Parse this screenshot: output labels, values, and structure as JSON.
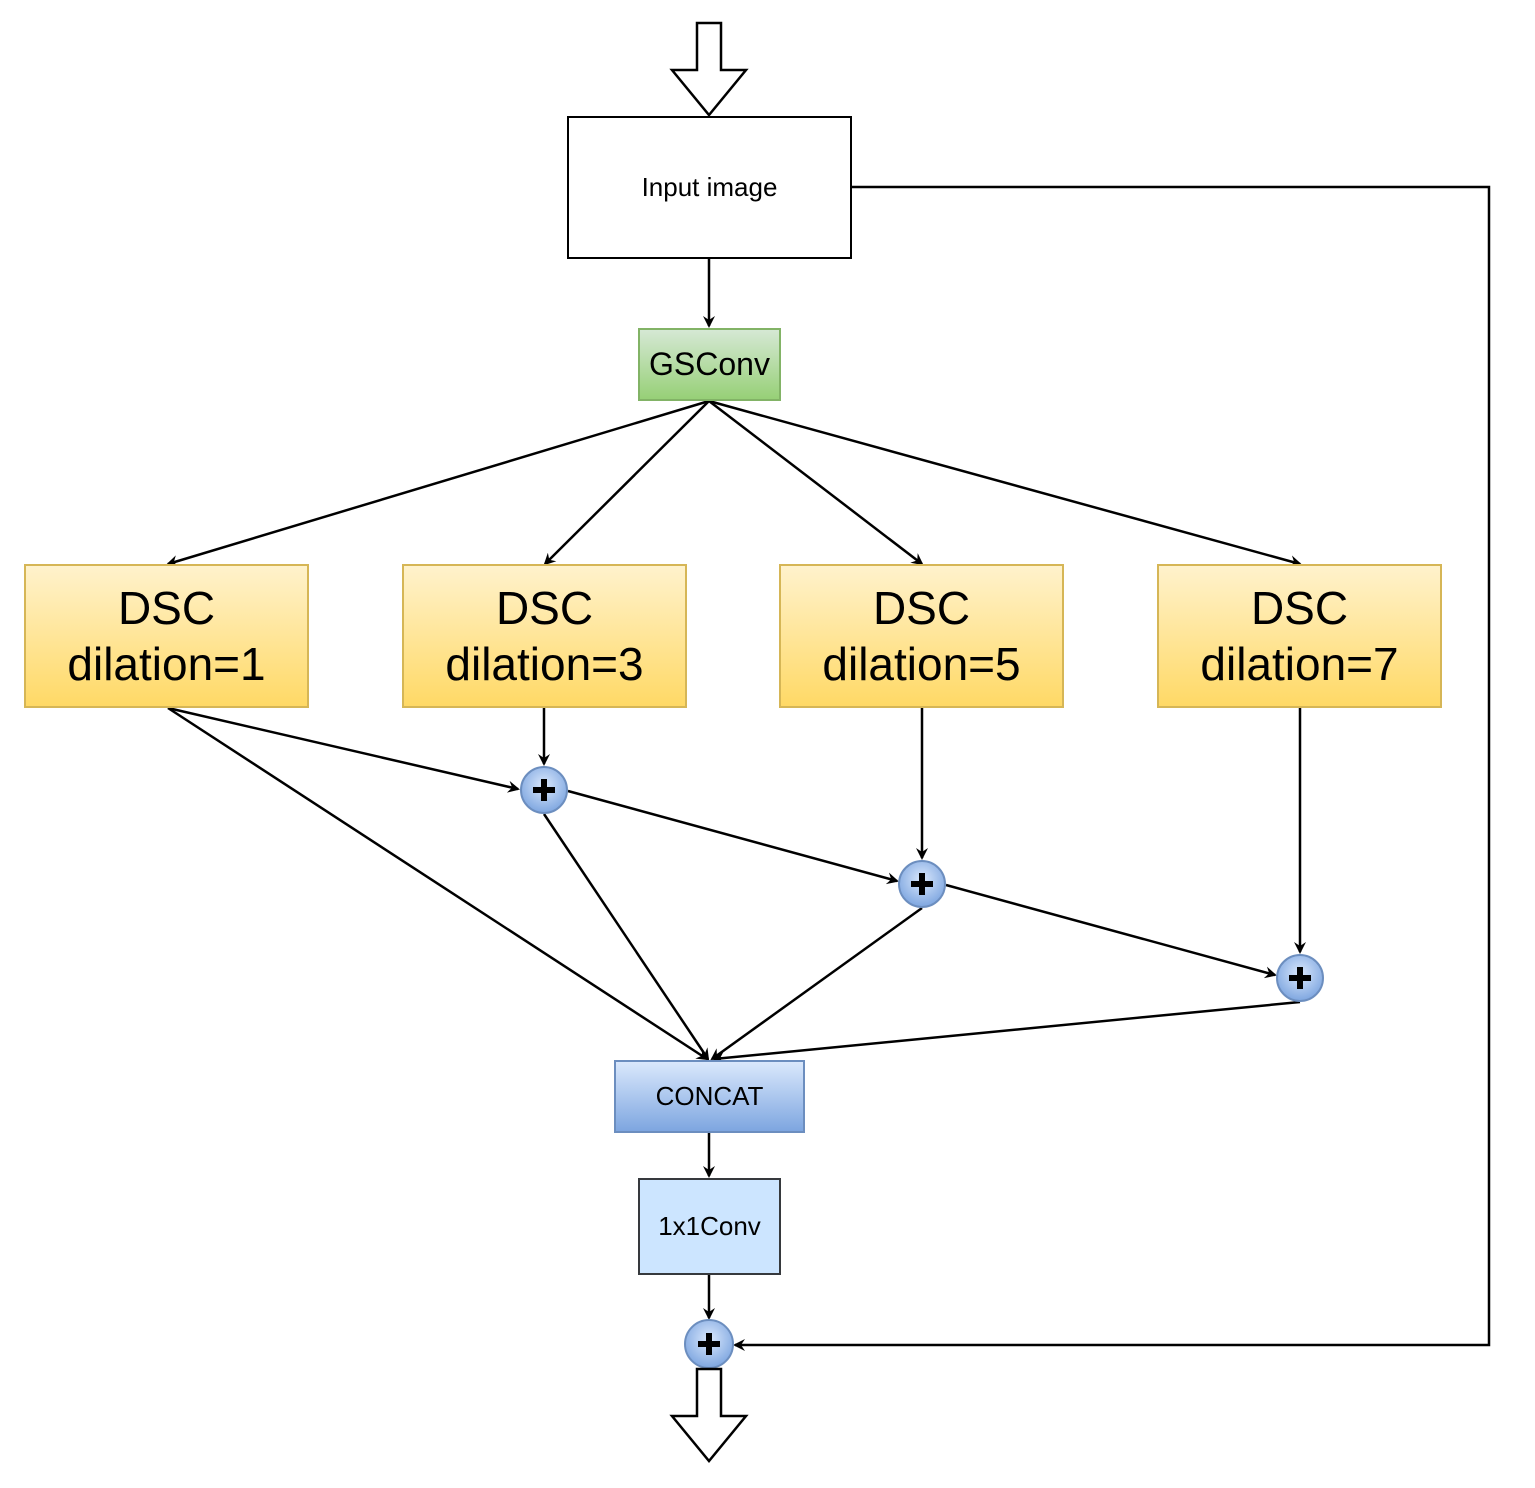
{
  "diagram": {
    "nodes": {
      "input": {
        "label": "Input image"
      },
      "gsconv": {
        "label": "GSConv"
      },
      "dsc_blocks": [
        {
          "title": "DSC",
          "param": "dilation=1"
        },
        {
          "title": "DSC",
          "param": "dilation=3"
        },
        {
          "title": "DSC",
          "param": "dilation=5"
        },
        {
          "title": "DSC",
          "param": "dilation=7"
        }
      ],
      "concat": {
        "label": "CONCAT"
      },
      "conv1x1": {
        "label": "1x1Conv"
      },
      "add_symbol": "+"
    },
    "colors": {
      "gsconv_fill": "#97d077",
      "gsconv_border": "#82b366",
      "dsc_fill": "#ffd966",
      "dsc_border": "#d6b656",
      "concat_fill": "#7ea6e0",
      "concat_border": "#6c8ebf",
      "conv_fill": "#cce5ff",
      "add_fill": "#a9c4eb",
      "add_border": "#6c8ebf"
    },
    "edges": [
      "input -> input image",
      "input image -> GSConv",
      "GSConv -> DSC d1",
      "GSConv -> DSC d3",
      "GSConv -> DSC d5",
      "GSConv -> DSC d7",
      "DSC d1 -> add1",
      "DSC d3 -> add1",
      "add1 -> add2",
      "DSC d5 -> add2",
      "add2 -> add3",
      "DSC d7 -> add3",
      "DSC d1 -> CONCAT",
      "add1 -> CONCAT",
      "add2 -> CONCAT",
      "add3 -> CONCAT",
      "CONCAT -> 1x1Conv",
      "1x1Conv -> add_final",
      "input image -> add_final (residual)",
      "add_final -> output"
    ]
  }
}
